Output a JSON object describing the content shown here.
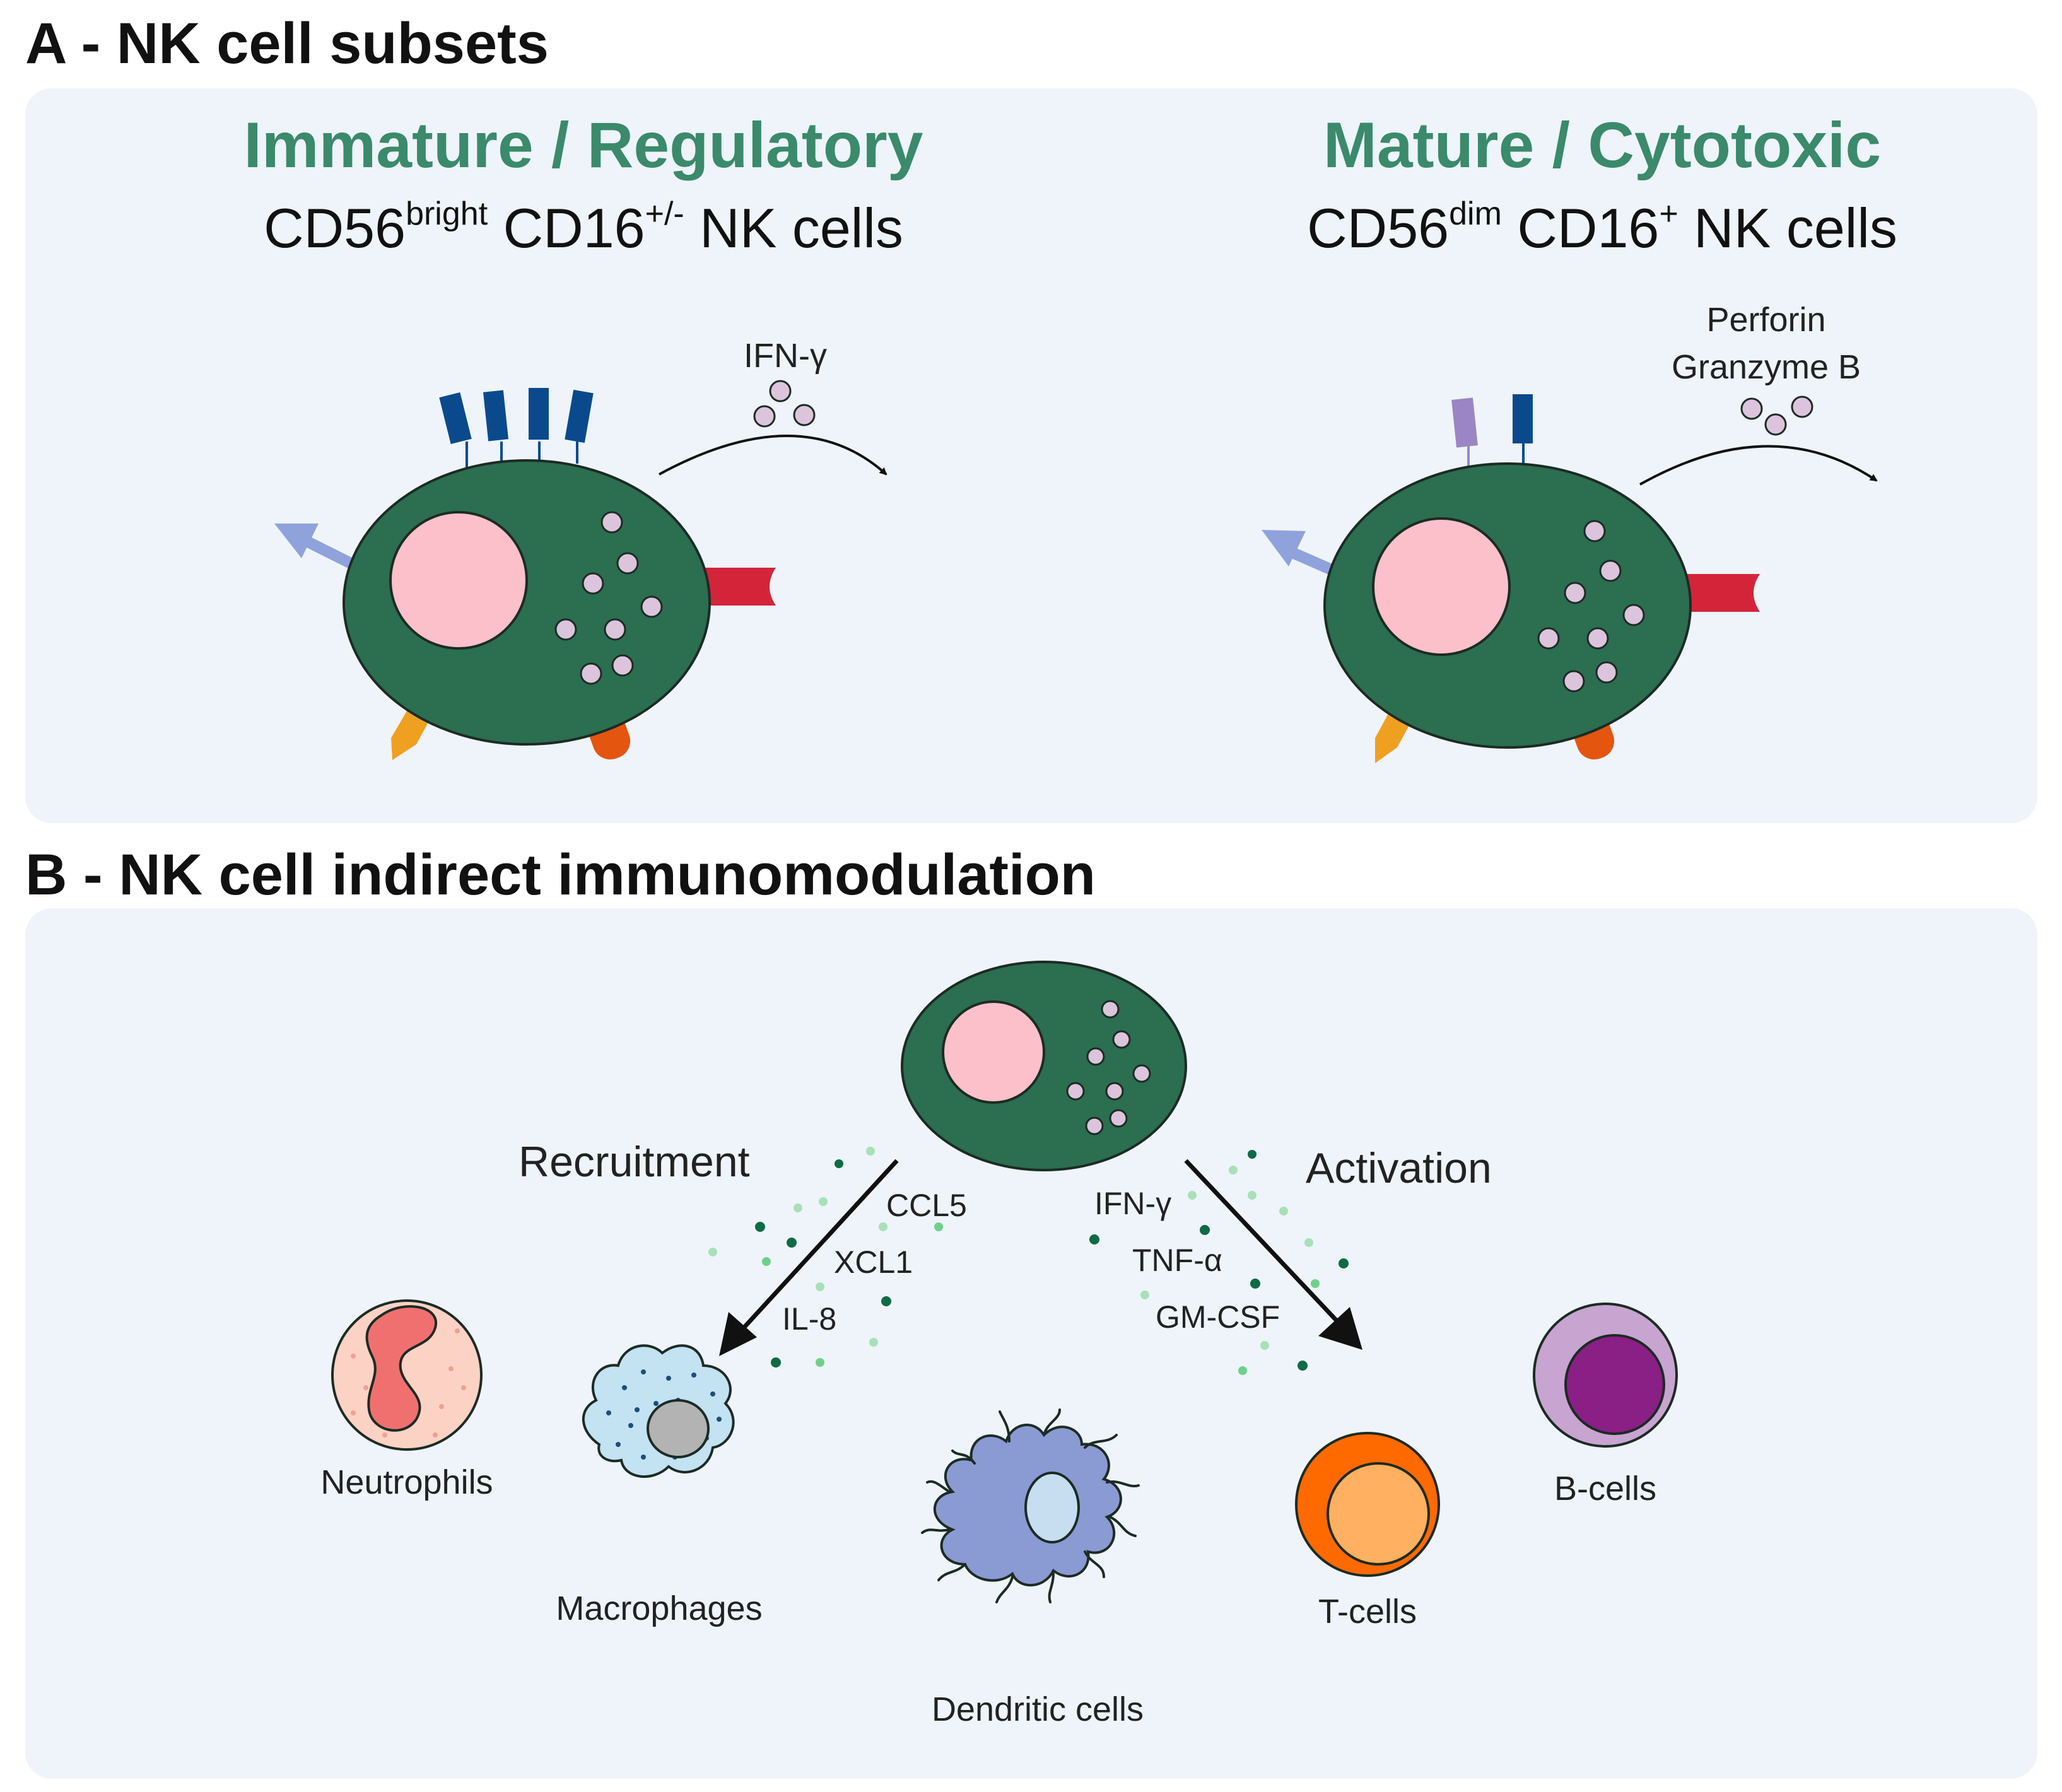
{
  "colors": {
    "panel_bg": "#eef4f9",
    "nk_green": "#2b6e50",
    "nucleus_pink": "#fbc0ca",
    "granule": "#dcc5dc",
    "heading_green": "#3a8a6b",
    "receptor_blue": "#0a4a8c",
    "receptor_purple": "#9b85c4",
    "receptor_red": "#d4243a",
    "receptor_orange": "#f0a020",
    "receptor_dark_orange": "#e45510",
    "arrow_lavender": "#8fa2dc"
  },
  "panel_a": {
    "title": "A - NK cell subsets",
    "left": {
      "heading": "Immature / Regulatory",
      "cd56": "CD56",
      "cd56_sup": "bright",
      "cd16": " CD16",
      "cd16_sup": "+/-",
      "suffix": " NK cells",
      "secretion": "IFN-γ"
    },
    "right": {
      "heading": "Mature / Cytotoxic",
      "cd56": "CD56",
      "cd56_sup": "dim",
      "cd16": " CD16",
      "cd16_sup": "+",
      "suffix": " NK cells",
      "secretion_line1": "Perforin",
      "secretion_line2": "Granzyme B"
    }
  },
  "panel_b": {
    "title": "B - NK cell indirect immunomodulation",
    "recruitment": {
      "label": "Recruitment",
      "cytokines": [
        "CCL5",
        "XCL1",
        "IL-8"
      ]
    },
    "activation": {
      "label": "Activation",
      "cytokines": [
        "IFN-γ",
        "TNF-α",
        "GM-CSF"
      ]
    },
    "cells": {
      "neutrophils": "Neutrophils",
      "macrophages": "Macrophages",
      "dendritic": "Dendritic cells",
      "tcells": "T-cells",
      "bcells": "B-cells"
    }
  }
}
